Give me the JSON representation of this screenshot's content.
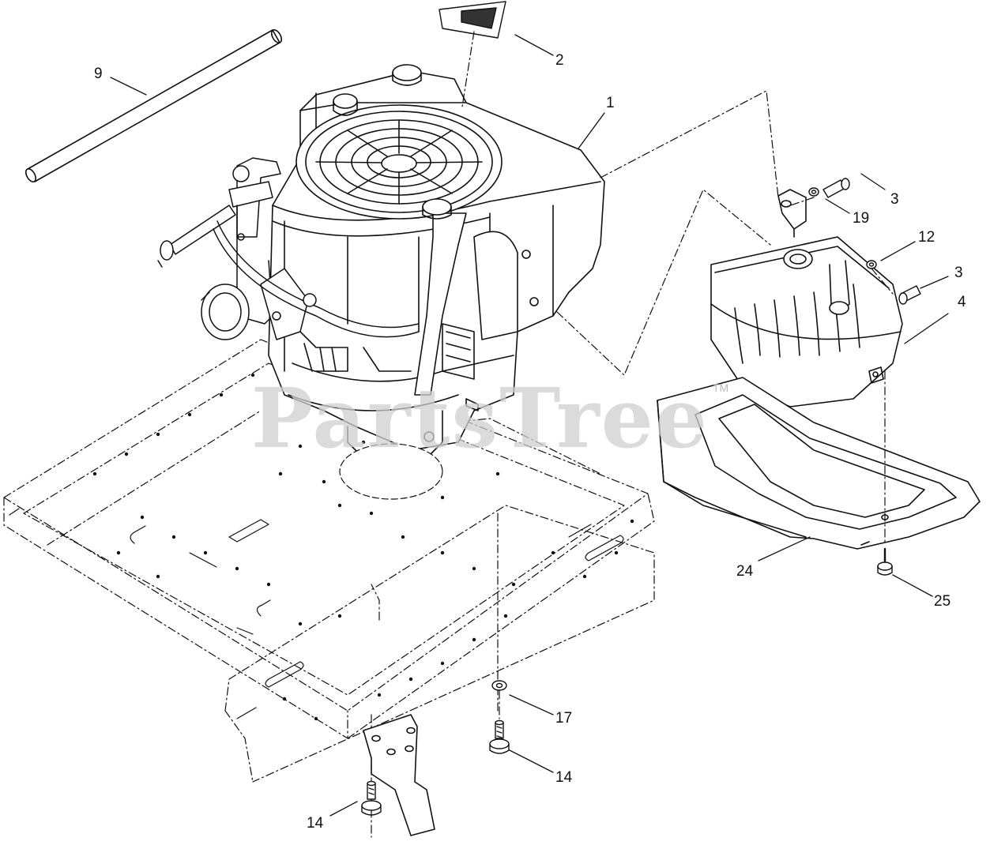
{
  "watermark": {
    "brand": "PartsTree",
    "trademark": "TM"
  },
  "callouts": {
    "c1": "1",
    "c2": "2",
    "c3a": "3",
    "c3b": "3",
    "c4": "4",
    "c9": "9",
    "c12": "12",
    "c14a": "14",
    "c14b": "14",
    "c17": "17",
    "c19": "19",
    "c24": "24",
    "c25": "25"
  },
  "colors": {
    "line": "#111111",
    "watermark": "#cfcfcf",
    "background": "#ffffff"
  }
}
